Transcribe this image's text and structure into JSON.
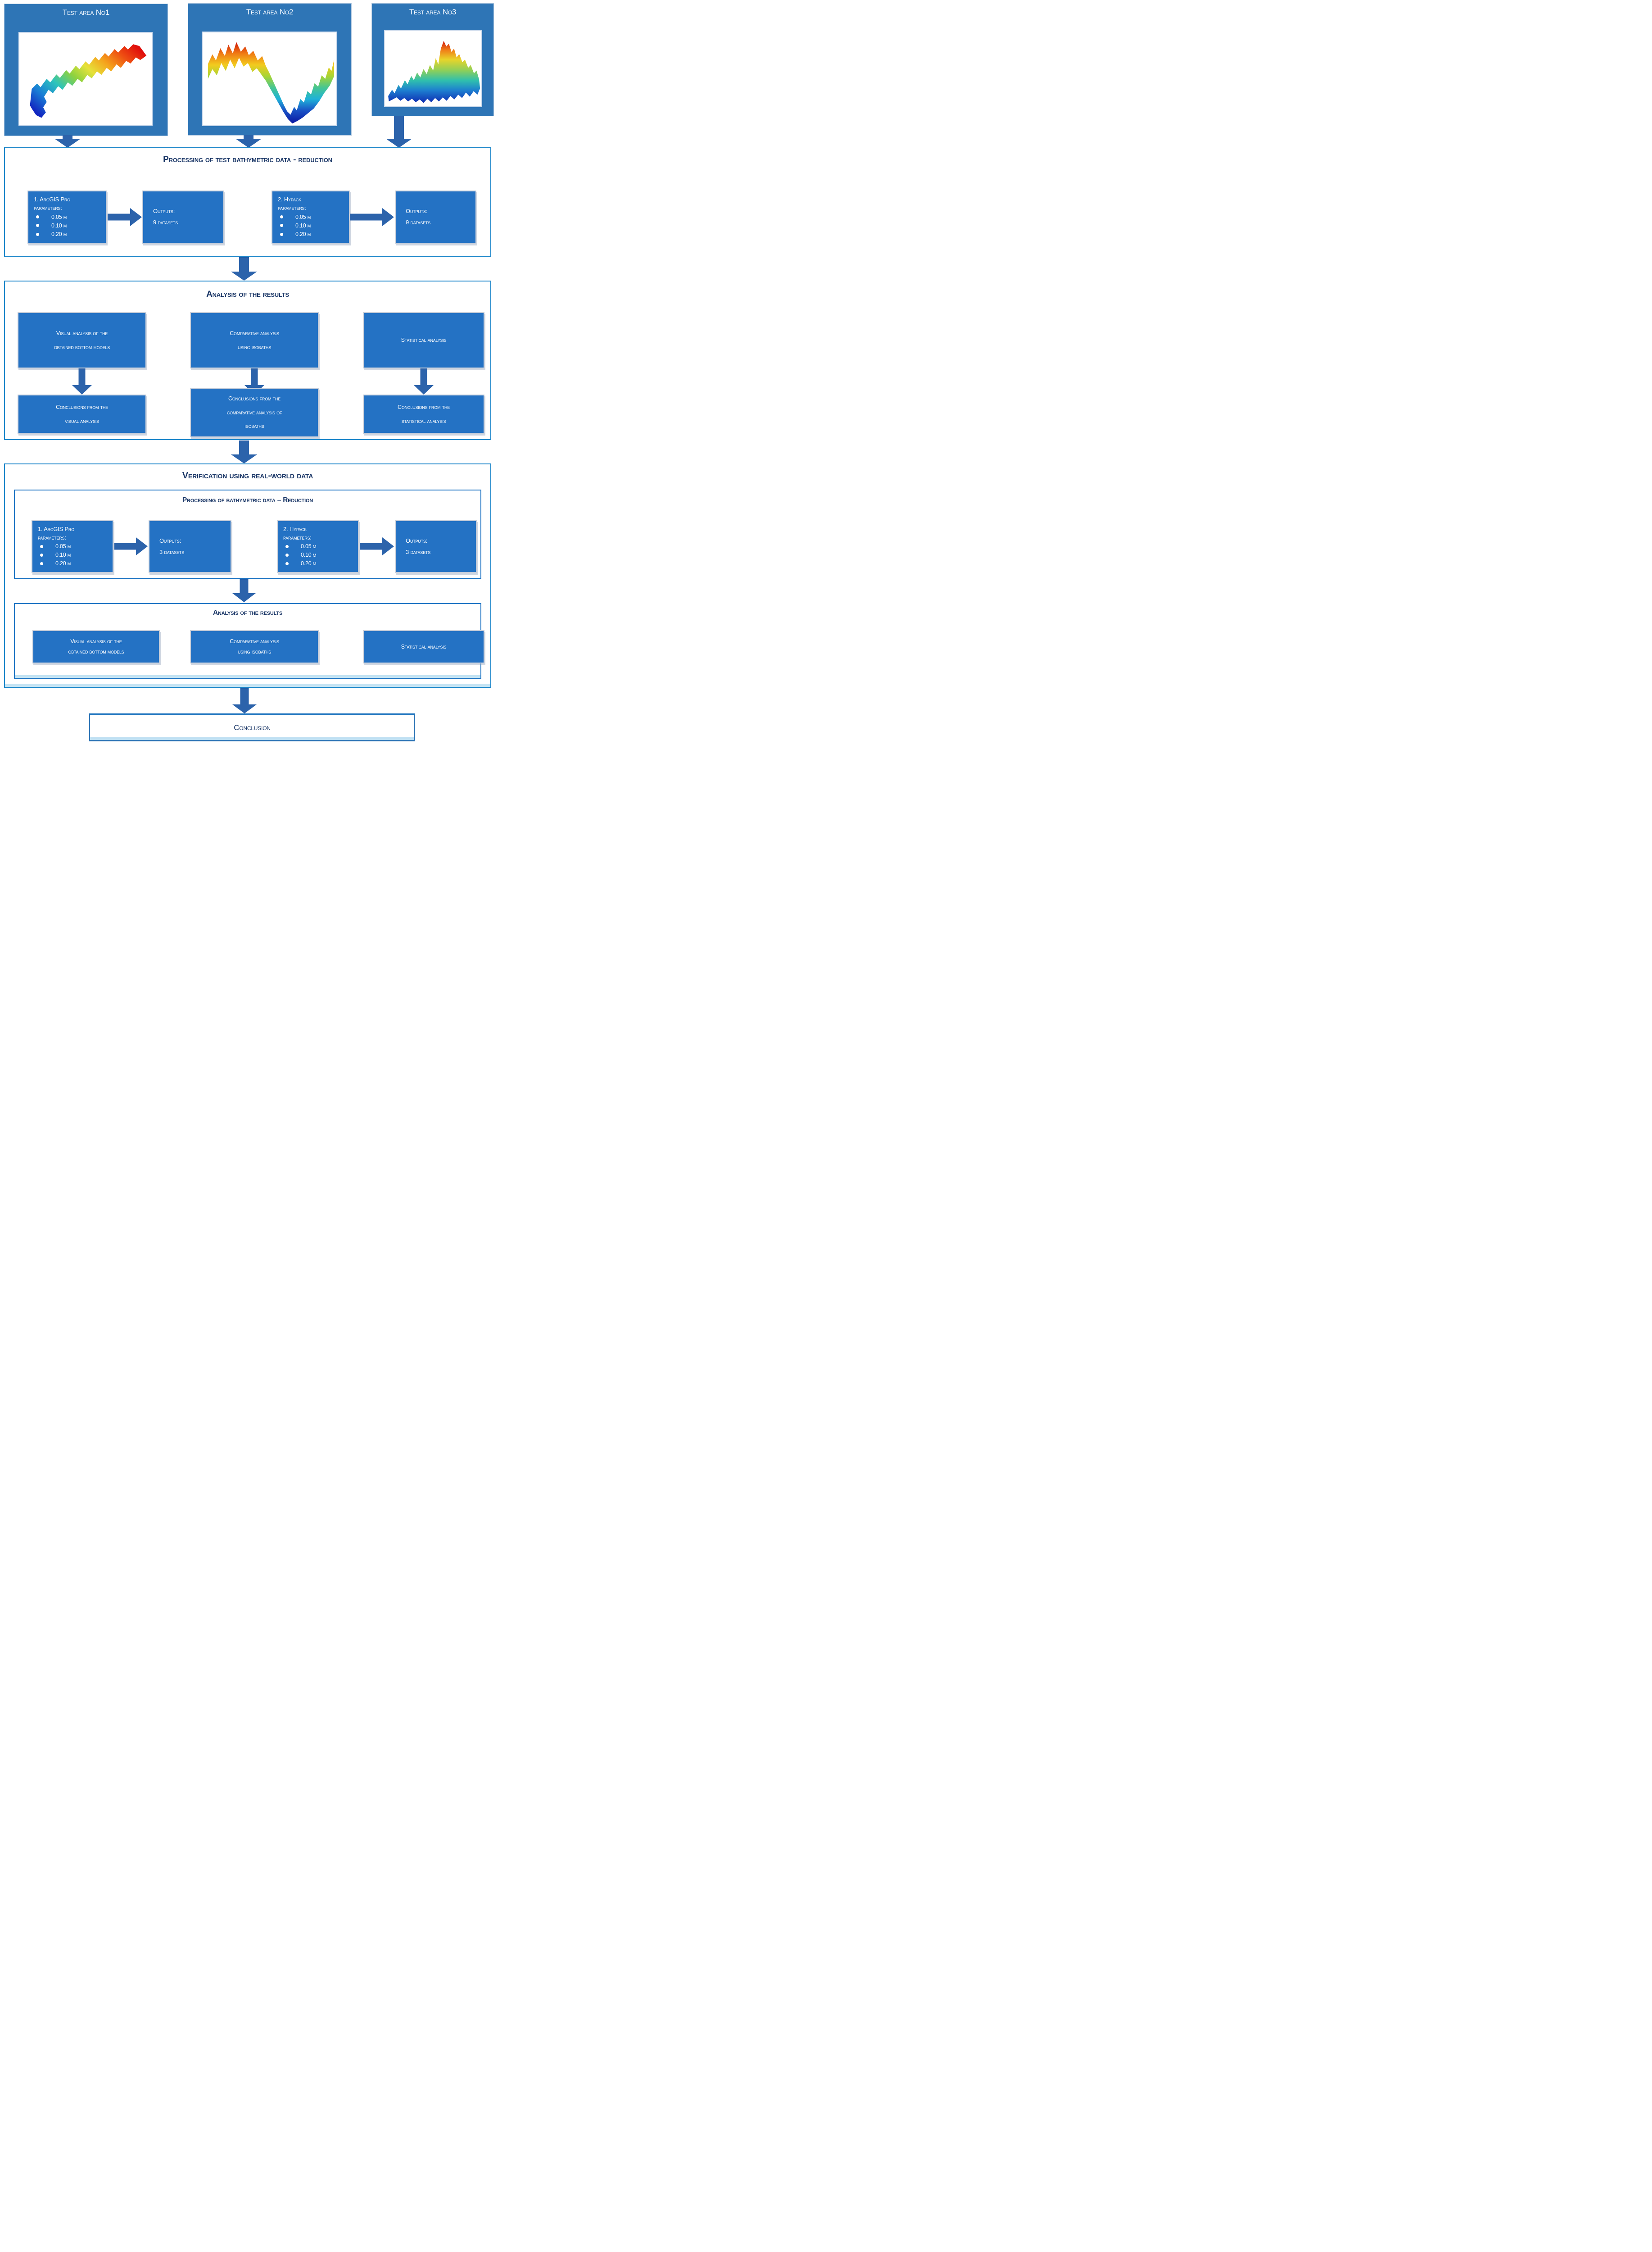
{
  "palette": {
    "frame_blue": "#2E75B6",
    "box_blue": "#2472C4",
    "section_border_blue": "#1E87CA",
    "arrow_blue": "#2C63AB",
    "title_navy": "#1B3767",
    "light_band_blue": "#BFE0F3",
    "box_text": "#FFFFFF"
  },
  "test_areas": [
    {
      "title": "Test area No1",
      "image": "terrain-3d-diagonal-ridge-rainbow"
    },
    {
      "title": "Test area No2",
      "image": "terrain-3d-v-valley-rainbow"
    },
    {
      "title": "Test area No3",
      "image": "terrain-3d-mountain-peak-rainbow"
    }
  ],
  "processing_test": {
    "title": "Processing of test bathymetric data - reduction",
    "tools": [
      {
        "name": "1. ArcGIS Pro",
        "params_label": "parameters:",
        "params": [
          "0.05 m",
          "0.10 m",
          "0.20 m"
        ],
        "outputs_label": "Outputs:",
        "outputs_value": "9 datasets"
      },
      {
        "name": "2. Hypack",
        "params_label": "parameters:",
        "params": [
          "0.05 m",
          "0.10 m",
          "0.20 m"
        ],
        "outputs_label": "Outputs:",
        "outputs_value": "9 datasets"
      }
    ]
  },
  "analysis": {
    "title": "Analysis of the results",
    "columns": [
      {
        "top": [
          "Visual analysis of the",
          "obtained bottom models"
        ],
        "bottom": [
          "Conclusions from the",
          "visual analysis"
        ]
      },
      {
        "top": [
          "Comparative analysis",
          "using isobaths"
        ],
        "bottom": [
          "Conclusions from the",
          "comparative analysis of",
          "isobaths"
        ]
      },
      {
        "top": [
          "Statistical analysis"
        ],
        "bottom": [
          "Conclusions from  the",
          "statistical analysis"
        ]
      }
    ]
  },
  "verification": {
    "title": "Verification using real-world data",
    "processing": {
      "title": "Processing of bathymetric data – Reduction",
      "tools": [
        {
          "name": "1. ArcGIS Pro",
          "params_label": "parameters:",
          "params": [
            "0.05 m",
            "0.10 m",
            "0.20 m"
          ],
          "outputs_label": "Outputs:",
          "outputs_value": "3 datasets"
        },
        {
          "name": "2. Hypack",
          "params_label": "parameters:",
          "params": [
            "0.05 m",
            "0.10 m",
            "0.20 m"
          ],
          "outputs_label": "Outputs:",
          "outputs_value": "3 datasets"
        }
      ]
    },
    "analysis": {
      "title": "Analysis of the results",
      "boxes": [
        [
          "Visual analysis of the",
          "obtained bottom models"
        ],
        [
          "Comparative analysis",
          "using isobaths"
        ],
        [
          "Statistical analysis"
        ]
      ]
    }
  },
  "conclusion": {
    "label": "Conclusion"
  }
}
